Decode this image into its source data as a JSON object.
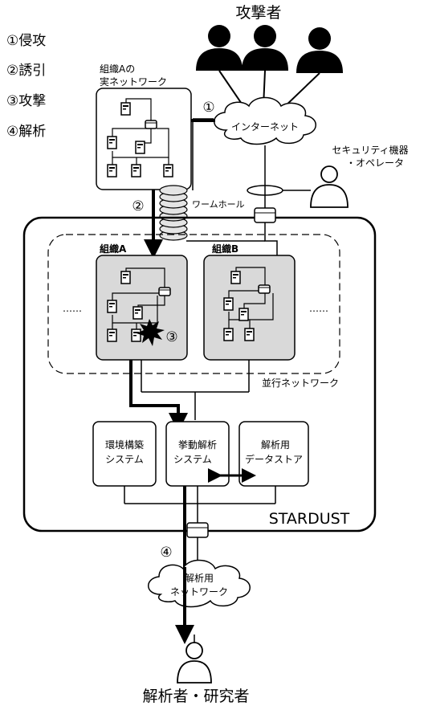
{
  "legend": {
    "step1": "①侵攻",
    "step2": "②誘引",
    "step3": "③攻撃",
    "step4": "④解析"
  },
  "attackers": {
    "label": "攻撃者"
  },
  "internet": {
    "label": "インターネット"
  },
  "security_operator": {
    "line1": "セキュリティ機器",
    "line2": "・オペレータ"
  },
  "real_network": {
    "line1": "組織Aの",
    "line2": "実ネットワーク"
  },
  "wormhole": {
    "label": "ワームホール"
  },
  "markers": {
    "m1": "①",
    "m2": "②",
    "m3": "③",
    "m4": "④"
  },
  "org_a": {
    "label": "組織A"
  },
  "org_b": {
    "label": "組織B"
  },
  "ellipsis": {
    "left": "……",
    "right": "……"
  },
  "parallel_network": {
    "label": "並行ネットワーク"
  },
  "env_system": {
    "line1": "環境構築",
    "line2": "システム"
  },
  "behavior_system": {
    "line1": "挙動解析",
    "line2": "システム"
  },
  "datastore": {
    "line1": "解析用",
    "line2": "データストア"
  },
  "stardust": {
    "label": "STARDUST"
  },
  "analysis_network": {
    "line1": "解析用",
    "line2": "ネットワーク"
  },
  "analysts": {
    "label": "解析者・研究者"
  }
}
